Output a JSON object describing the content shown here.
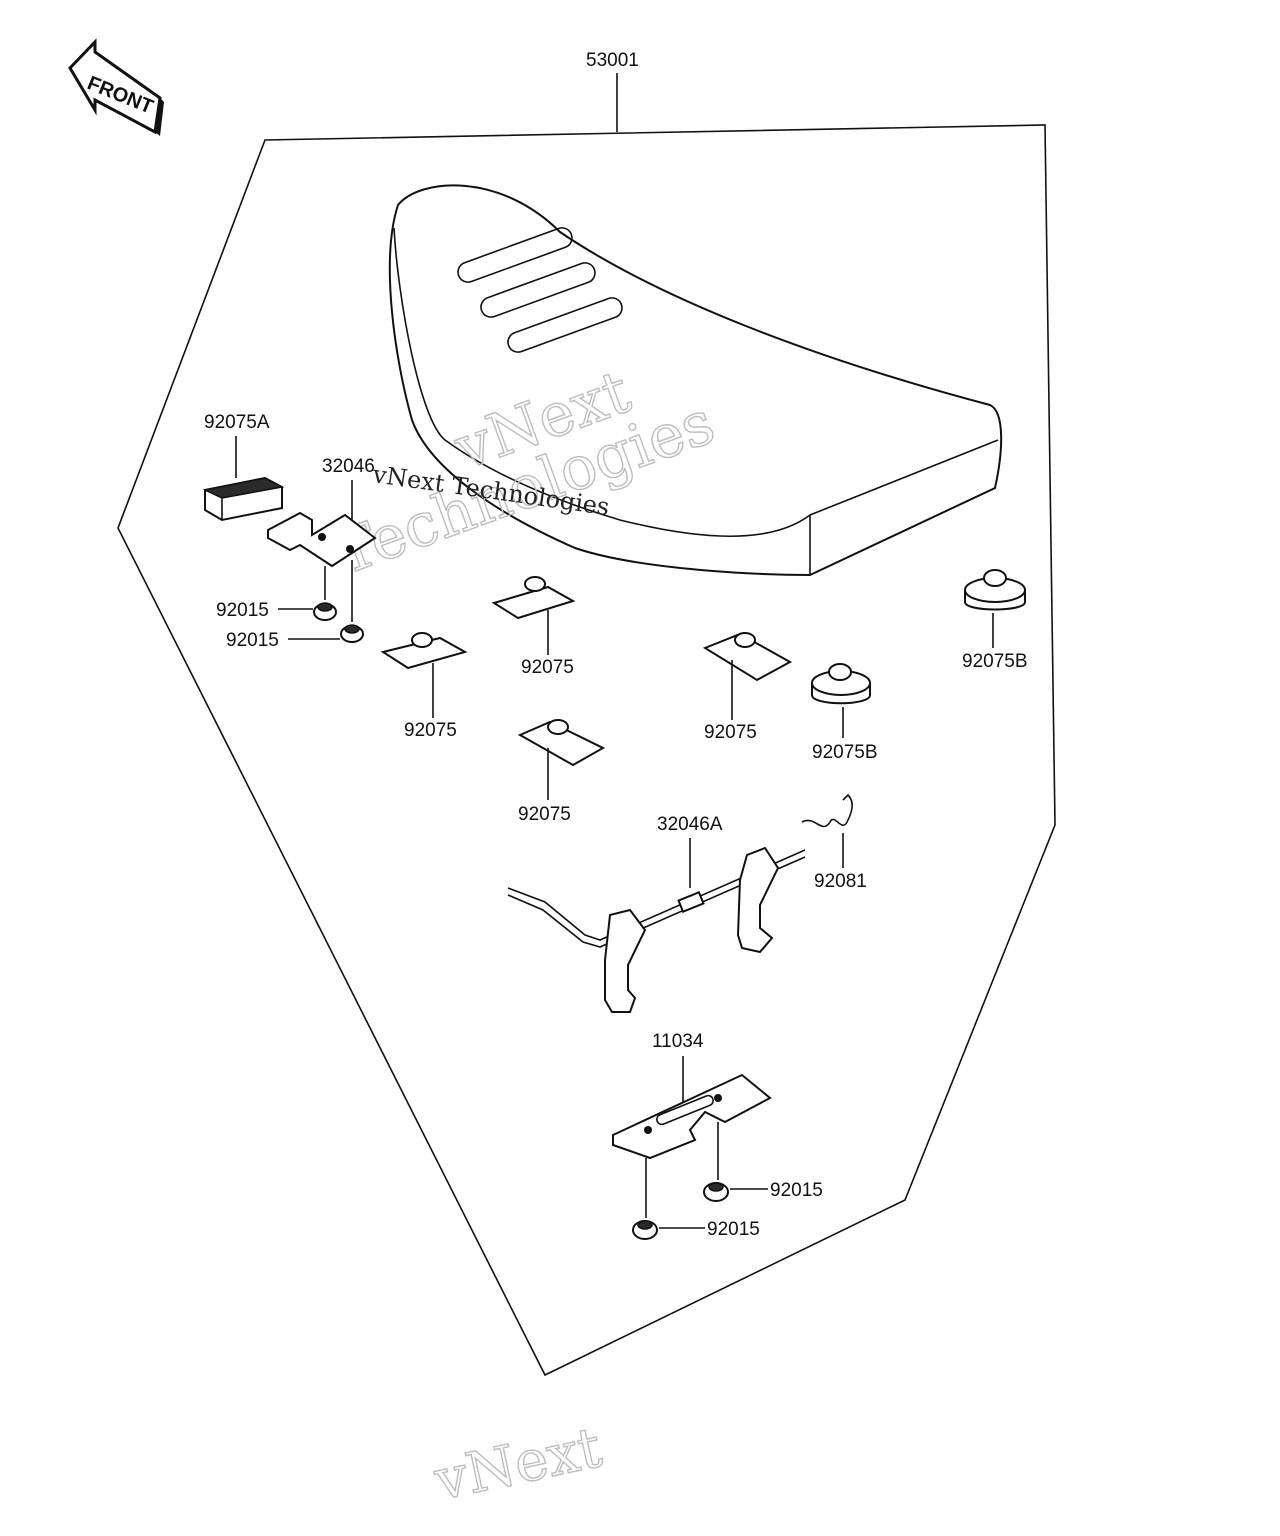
{
  "labels": {
    "front": "FRONT",
    "seat": "53001",
    "band": "92075A",
    "bracket": "32046",
    "nut_a": "92015",
    "nut_b": "92015",
    "damper_1": "92075",
    "damper_2": "92075",
    "damper_3": "92075",
    "damper_4": "92075",
    "cushion_1": "92075B",
    "cushion_2": "92075B",
    "lock_lever": "32046A",
    "spring": "92081",
    "plate": "11034",
    "nut_c": "92015",
    "nut_d": "92015"
  },
  "watermark": {
    "line1": "vNext",
    "line2": "Technologies",
    "overlay": "vNext Technologies",
    "bottom": "vNext"
  },
  "colors": {
    "ink": "#111111",
    "watermark": "#bdbdbd",
    "background": "#ffffff"
  },
  "icons": {
    "front_arrow": "front-arrow-icon"
  }
}
